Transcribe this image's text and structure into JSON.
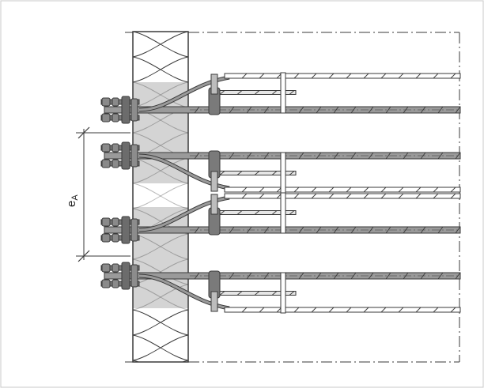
{
  "dimension": {
    "label_main": "e",
    "label_sub": "A"
  },
  "colors": {
    "line": "#3a3a3a",
    "insulation_fill": "#ffffff",
    "concrete_fill": "#d4d4d4",
    "bar_fill": "#9a9a9a",
    "bolt_fill": "#7a7a7a",
    "frame_border": "#c8c8c8",
    "background": "#ffffff"
  },
  "components": {
    "anchor_count": 4,
    "wall": "insulated-wall-section",
    "slab": "concrete-slab-outline"
  }
}
